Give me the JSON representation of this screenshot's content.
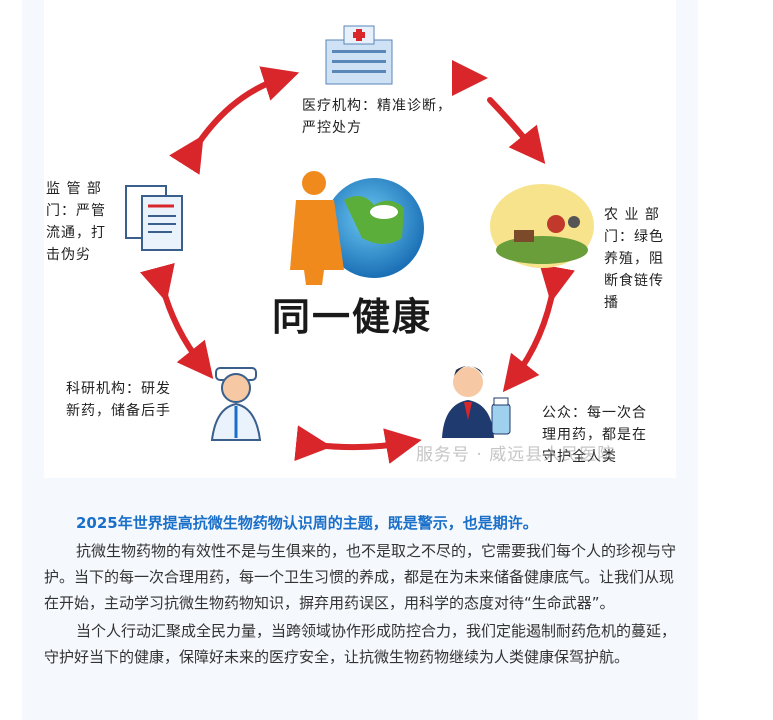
{
  "figure": {
    "center_title": "同一健康",
    "watermark": "服务号 · 威远县人民医院",
    "nodes": {
      "medical": [
        "医疗机构：精准诊断，",
        "严控处方"
      ],
      "agriculture": [
        "农 业 部",
        "门：绿色",
        "养殖，阻",
        "断食链传",
        "播"
      ],
      "public": [
        "公众：每一次合",
        "理用药，都是在",
        "守护全人类"
      ],
      "research": [
        "科研机构：研发",
        "新药，储备后手"
      ],
      "regulator": [
        "监 管 部",
        "门：严管",
        "流通，打",
        "击伪劣"
      ]
    },
    "icons": {
      "medical": "hospital-building-icon",
      "agriculture": "farm-animals-icon",
      "public": "person-with-medicine-icon",
      "research": "doctor-icon",
      "regulator": "documents-icon",
      "center": "person-globe-icon"
    },
    "colors": {
      "arrow": "#d8262b",
      "accent": "#1a6fc9"
    }
  },
  "article": {
    "heading": "2025年世界提高抗微生物药物认识周的主题，既是警示，也是期许。",
    "paragraphs": [
      "抗微生物药物的有效性不是与生俱来的，也不是取之不尽的，它需要我们每个人的珍视与守护。当下的每一次合理用药，每一个卫生习惯的养成，都是在为未来储备健康底气。让我们从现在开始，主动学习抗微生物药物知识，摒弃用药误区，用科学的态度对待“生命武器”。",
      "当个人行动汇聚成全民力量，当跨领域协作形成防控合力，我们定能遏制耐药危机的蔓延，守护好当下的健康，保障好未来的医疗安全，让抗微生物药物继续为人类健康保驾护航。"
    ]
  }
}
